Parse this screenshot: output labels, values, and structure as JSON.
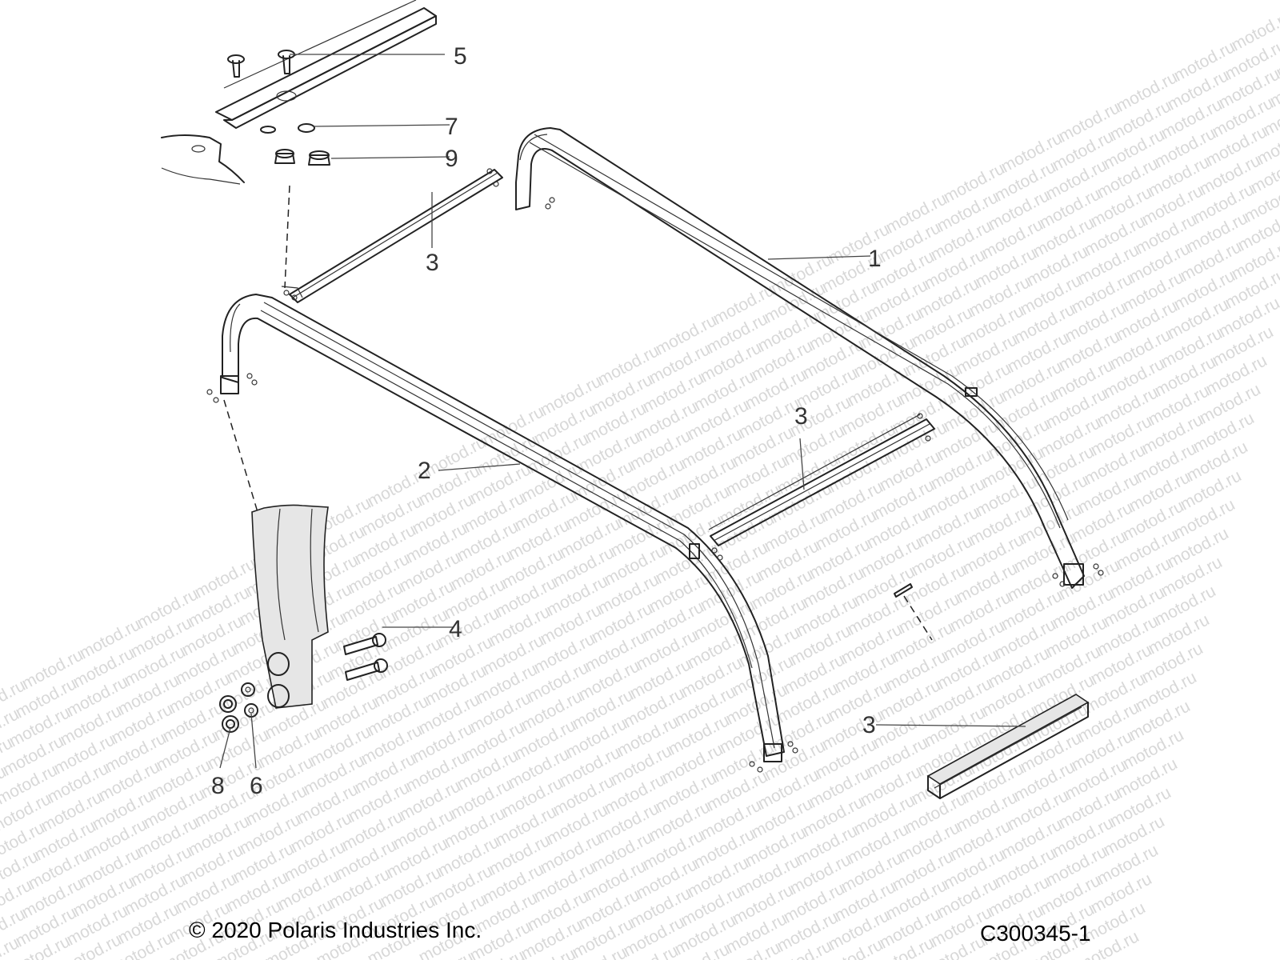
{
  "watermark": "motod.ru",
  "callouts": {
    "c1": "1",
    "c2": "2",
    "c3a": "3",
    "c3b": "3",
    "c3c": "3",
    "c4": "4",
    "c5": "5",
    "c6": "6",
    "c7": "7",
    "c8": "8",
    "c9": "9"
  },
  "footer": {
    "copyright": "© 2020 Polaris Industries Inc.",
    "code": "C300345-1"
  },
  "colors": {
    "line": "#222222",
    "watermark": "#d8d8d8",
    "background": "#ffffff"
  }
}
